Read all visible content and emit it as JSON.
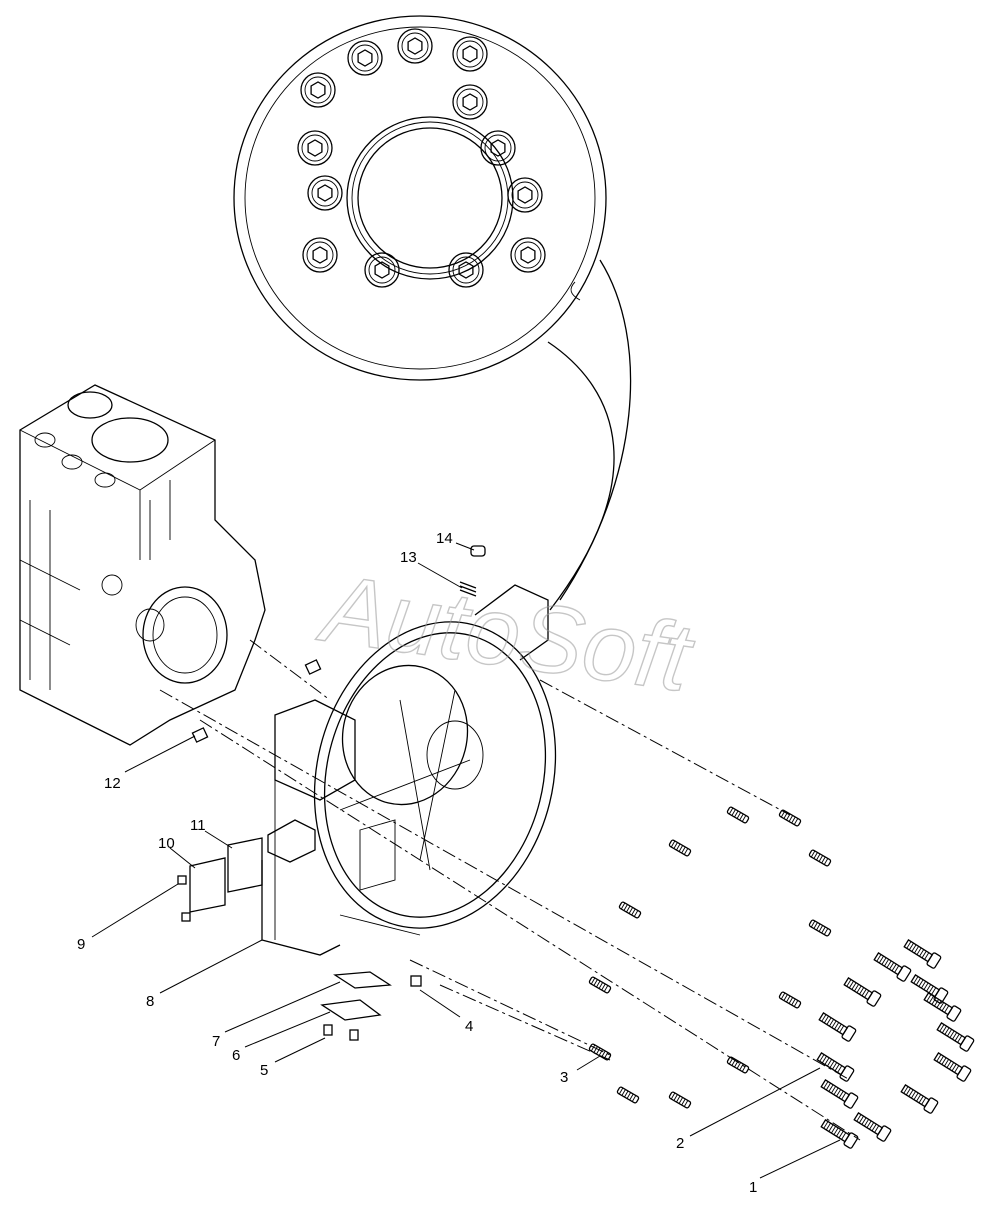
{
  "watermark": "AutoSoft",
  "callouts": [
    "1",
    "2",
    "3",
    "4",
    "5",
    "6",
    "7",
    "8",
    "9",
    "10",
    "11",
    "12",
    "13",
    "14"
  ],
  "colors": {
    "line": "#000000",
    "watermark": "#999999",
    "background": "#ffffff"
  }
}
